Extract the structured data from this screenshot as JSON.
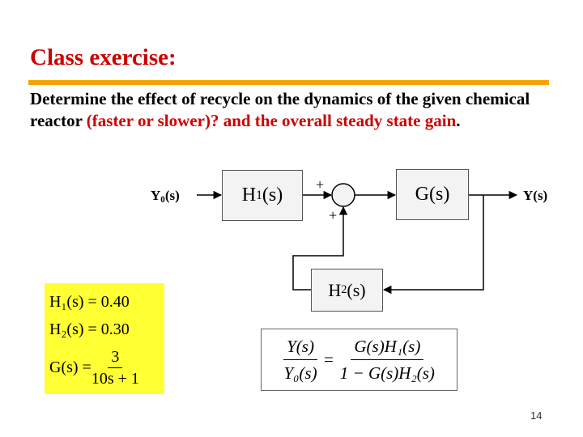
{
  "slide": {
    "title": "Class exercise:",
    "question_black": "Determine the effect of recycle on the dynamics of the given chemical reactor ",
    "question_red": "(faster or slower)? and the overall steady state gain",
    "question_end": ".",
    "page_number": "14"
  },
  "diagram": {
    "input_label": "Y",
    "input_sub": "0",
    "input_suffix": "(s)",
    "h1_base": "H",
    "h1_sub": "1",
    "h1_suffix": "(s)",
    "g_label": "G(s)",
    "h2_base": "H",
    "h2_sub": "2",
    "h2_suffix": "(s)",
    "output_label": "Y(s)",
    "sum_plus_top": "+",
    "sum_plus_bottom": "+"
  },
  "gains": {
    "h1": "H₁(s) = 0.40",
    "h2": "H₂(s) = 0.30",
    "g_lhs": "G(s) =",
    "g_num": "3",
    "g_den": "10s + 1"
  },
  "transfer_function": {
    "lhs_num": "Y(s)",
    "lhs_den": "Y₀(s)",
    "equals": "=",
    "rhs_num": "G(s)H₁(s)",
    "rhs_den": "1 − G(s)H₂(s)"
  },
  "colors": {
    "title": "#cc0000",
    "rule": "#f5a300",
    "highlight": "#ffff33"
  }
}
